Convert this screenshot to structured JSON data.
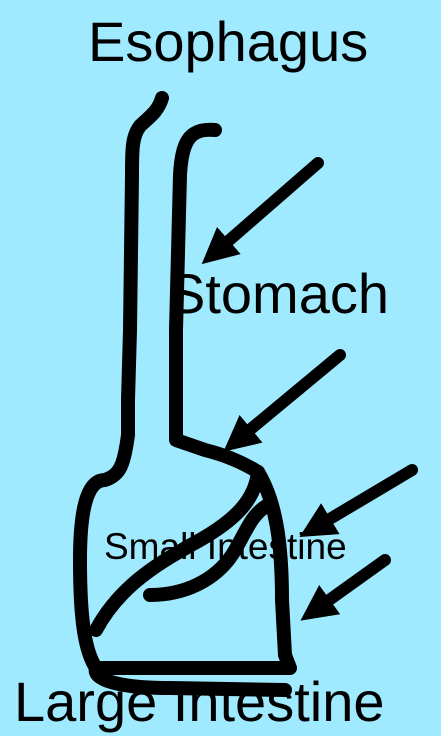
{
  "labels": {
    "esophagus": "Esophagus",
    "stomach": "Stomach",
    "small_intestine": "Small Intestine",
    "large_intestine": "Large Intestine"
  },
  "colors": {
    "background": "#9feaff",
    "ink": "#000000"
  }
}
